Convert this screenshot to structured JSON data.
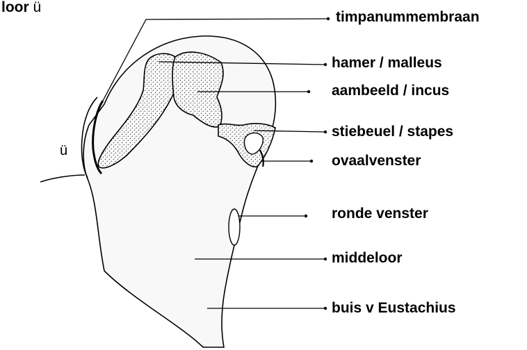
{
  "header_fragment": {
    "text": "loor",
    "glyph": "ü"
  },
  "stray_glyph": "ü",
  "labels": {
    "timpanum": "timpanummembraan",
    "hamer": "hamer / malleus",
    "aambeeld": "aambeeld / incus",
    "stiebeuel": "stiebeuel / stapes",
    "ovaal": "ovaalvenster",
    "ronde": "ronde venster",
    "middeloor": "middeloor",
    "buis": "buis v Eustachius"
  },
  "colors": {
    "line": "#000000",
    "ossicle_stipple": "#555555",
    "cavity_fill": "#f8f8f8"
  }
}
